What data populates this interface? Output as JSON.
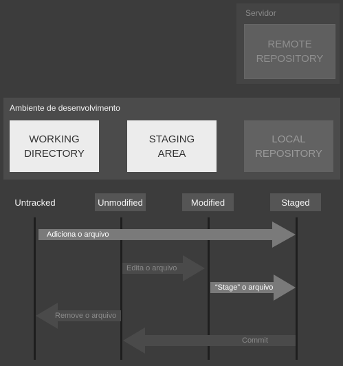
{
  "server": {
    "label": "Servidor",
    "remote_line1": "REMOTE",
    "remote_line2": "REPOSITORY"
  },
  "dev_env": {
    "label": "Ambiente de desenvolvimento",
    "working_line1": "WORKING",
    "working_line2": "DIRECTORY",
    "staging_line1": "STAGING",
    "staging_line2": "AREA",
    "local_line1": "LOCAL",
    "local_line2": "REPOSITORY"
  },
  "states": {
    "untracked": "Untracked",
    "unmodified": "Unmodified",
    "modified": "Modified",
    "staged": "Staged"
  },
  "transitions": {
    "add": "Adiciona o arquivo",
    "edit": "Edita o arquivo",
    "stage": "“Stage” o arquivo",
    "remove": "Remove o arquivo",
    "commit": "Commit"
  },
  "colors": {
    "background": "#3c3c3c",
    "arrow_bright": "#7a7a7a",
    "arrow_dim": "#4a4a4a",
    "timeline": "#1e1e1e"
  }
}
